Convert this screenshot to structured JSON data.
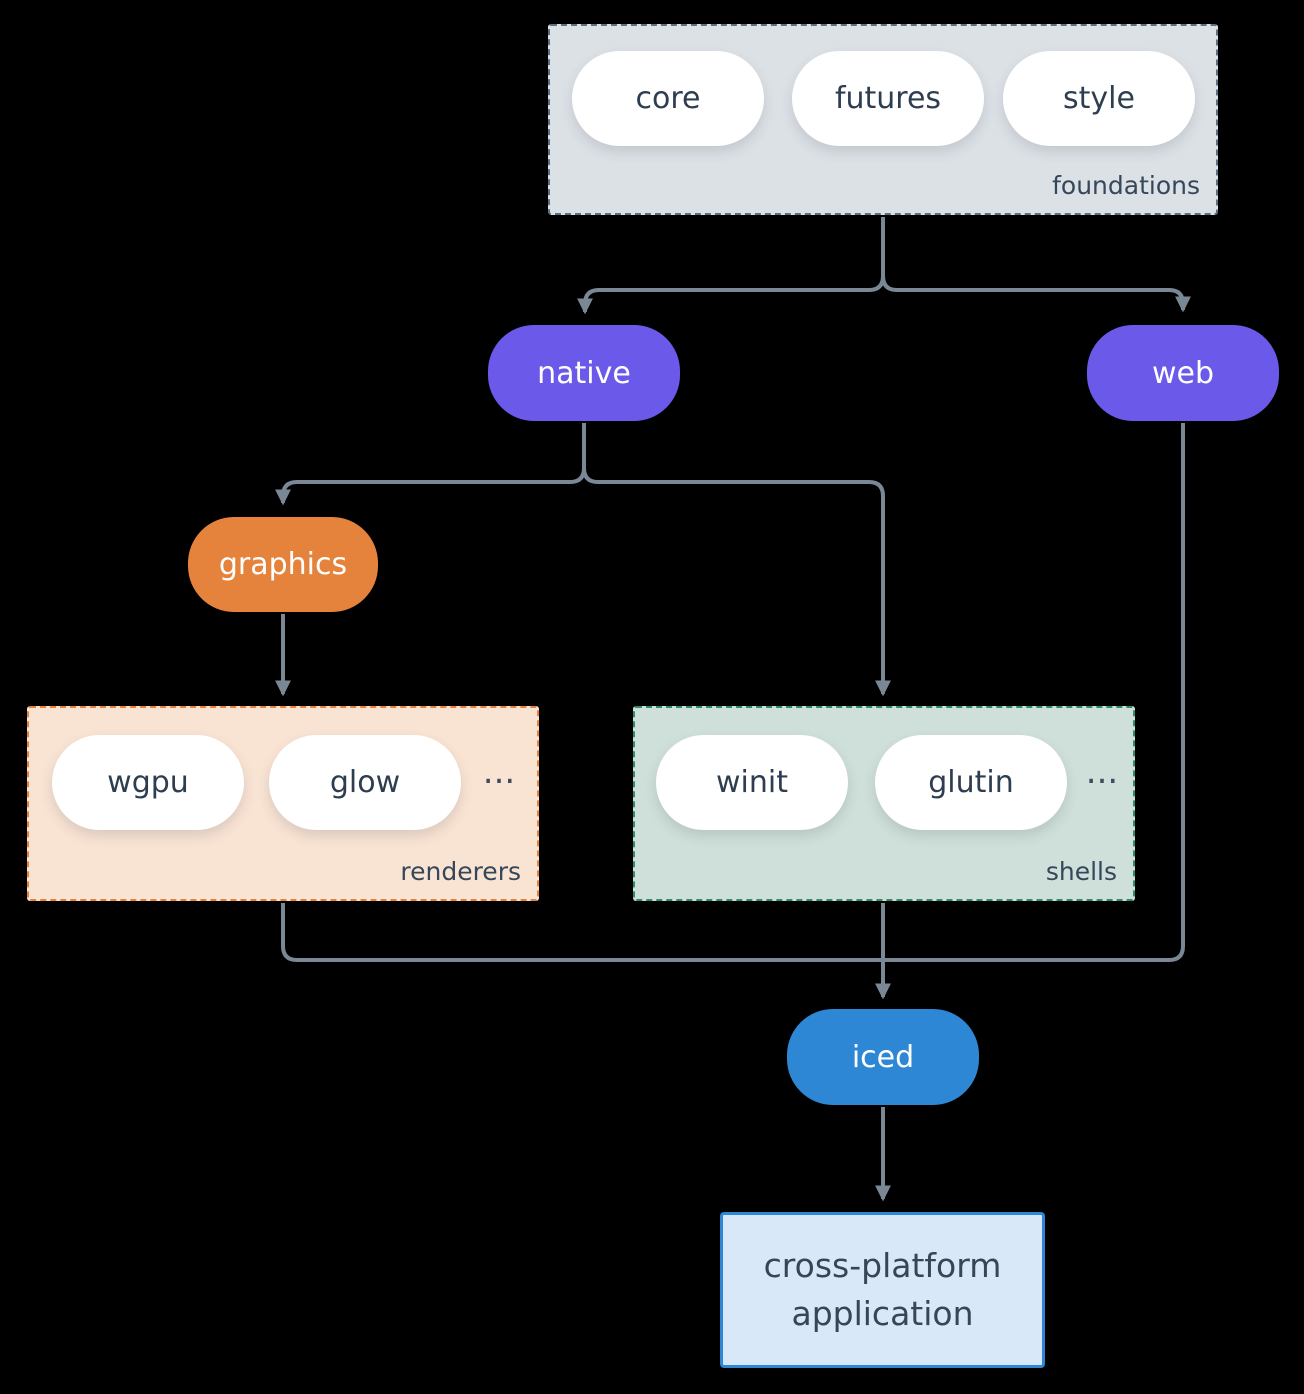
{
  "colors": {
    "background": "#000000",
    "connector": "#7a8795",
    "foundations_fill": "#dce1e6",
    "foundations_border": "#5d7082",
    "renderers_fill": "#f9e3d3",
    "renderers_border": "#e5833c",
    "shells_fill": "#cfdfd9",
    "shells_border": "#2f8a72",
    "platform_node_fill": "#6b5aea",
    "graphics_node_fill": "#e5833c",
    "iced_node_fill": "#2e87d4",
    "application_fill": "#d8e8f8",
    "application_border": "#2e87d4",
    "pill_fill": "#ffffff",
    "pill_text": "#2e3e50",
    "label_text": "#36475a"
  },
  "foundations": {
    "label": "foundations",
    "pills": [
      "core",
      "futures",
      "style"
    ]
  },
  "platforms": {
    "native": "native",
    "web": "web"
  },
  "graphics": {
    "label": "graphics"
  },
  "renderers": {
    "label": "renderers",
    "pills": [
      "wgpu",
      "glow"
    ],
    "ellipsis": "..."
  },
  "shells": {
    "label": "shells",
    "pills": [
      "winit",
      "glutin"
    ],
    "ellipsis": "..."
  },
  "iced": {
    "label": "iced"
  },
  "application": {
    "line1": "cross-platform",
    "line2": "application"
  }
}
